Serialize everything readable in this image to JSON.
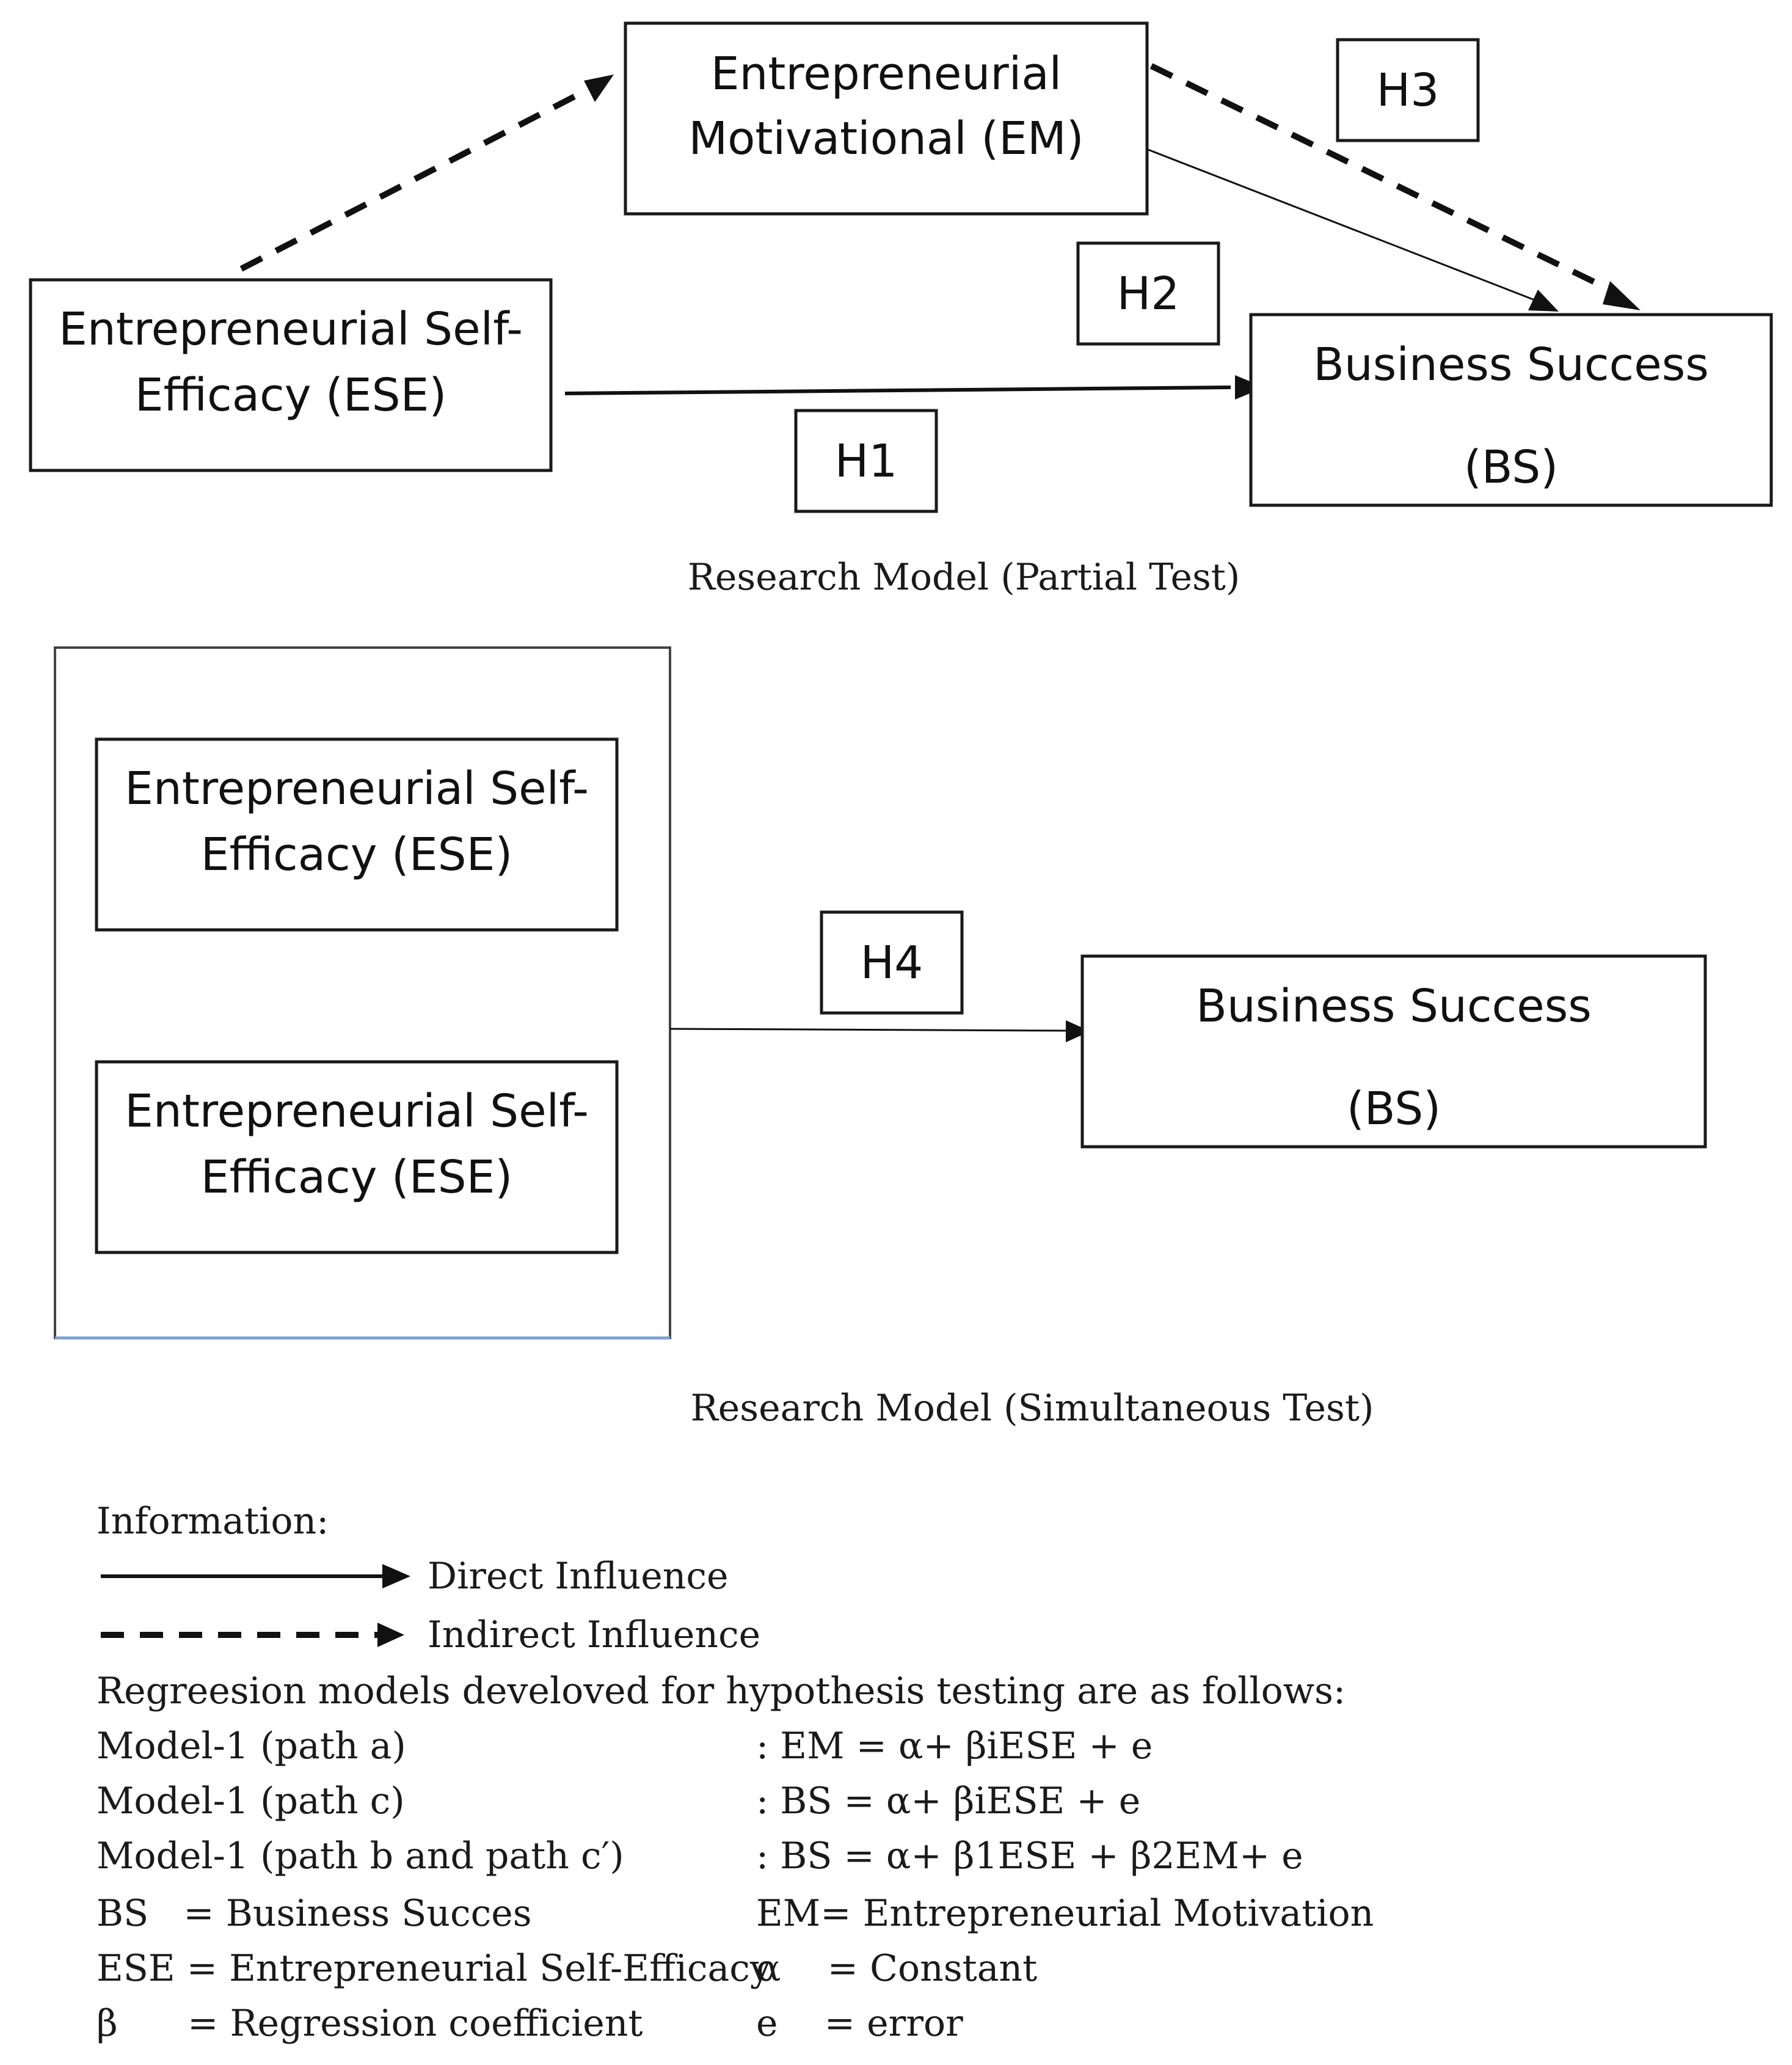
{
  "partial_model": {
    "caption": "Research Model (Partial Test)",
    "nodes": {
      "em": {
        "line1": "Entrepreneurial",
        "line2": "Motivational (EM)"
      },
      "ese": {
        "line1": "Entrepreneurial Self-",
        "line2": "Efficacy (ESE)"
      },
      "bs": {
        "line1": "Business Success",
        "line2": "(BS)"
      }
    },
    "hypotheses": {
      "h1": "H1",
      "h2": "H2",
      "h3": "H3"
    }
  },
  "simultaneous_model": {
    "caption": "Research Model (Simultaneous Test)",
    "nodes": {
      "ese_top": {
        "line1": "Entrepreneurial Self-",
        "line2": "Efficacy (ESE)"
      },
      "ese_bottom": {
        "line1": "Entrepreneurial Self-",
        "line2": "Efficacy (ESE)"
      },
      "bs": {
        "line1": "Business Success",
        "line2": "(BS)"
      }
    },
    "hypotheses": {
      "h4": "H4"
    }
  },
  "information": {
    "heading": "Information:",
    "legend": {
      "direct": "Direct Influence",
      "indirect": "Indirect Influence"
    },
    "intro": "Regreesion models develoved for hypothesis testing are as follows:",
    "models": [
      {
        "label": "Model-1 (path a)",
        "equation": ": EM = α+ βiESE + e"
      },
      {
        "label": "Model-1 (path c)",
        "equation": ": BS = α+ βiESE + e"
      },
      {
        "label": "Model-1 (path b and path c′)",
        "equation": ": BS = α+ β1ESE + β2EM+ e"
      }
    ],
    "definitions": [
      {
        "left": "BS   = Business Succes",
        "right": "EM= Entrepreneurial Motivation"
      },
      {
        "left": "ESE = Entrepreneurial Self-Efficacy",
        "right": "α    = Constant"
      },
      {
        "left": "β      = Regression coefficient",
        "right": "e    = error"
      }
    ]
  }
}
